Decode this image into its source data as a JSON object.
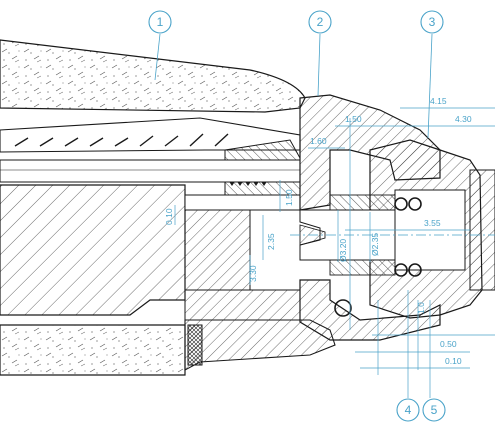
{
  "colors": {
    "outline": "#1a1a1a",
    "dimension": "#4aa3c9",
    "hatch": "#2a2a2a",
    "background": "#ffffff"
  },
  "balloons": [
    "1",
    "2",
    "3",
    "4",
    "5"
  ],
  "dimensions": {
    "d_4_15": "4.15",
    "d_4_30": "4.30",
    "d_1_50": "1.50",
    "d_1_60": "1.60",
    "d_0_10_left": "0.10",
    "d_1_50_vert": "1.50",
    "d_2_35": "2.35",
    "d_3_30": "3.30",
    "d_dia_3_20": "Ø3.20",
    "d_dia_2_35": "Ø2.35",
    "d_3_55": "3.55",
    "d_0_50": "0.50",
    "d_0_10_bottom": "0.10",
    "d_1_0": "1.0"
  }
}
